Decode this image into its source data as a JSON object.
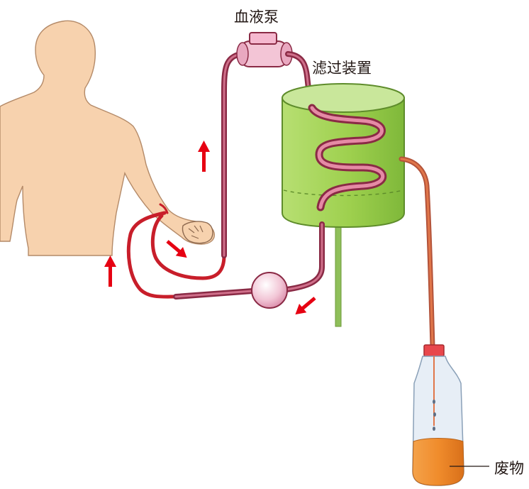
{
  "labels": {
    "blood_pump": "血液泵",
    "filter_device": "滤过装置",
    "waste": "废物"
  },
  "colors": {
    "skin": "#f7d2ae",
    "skin_outline": "#b48a68",
    "tube_dark": "#8a2a45",
    "tube_light": "#cf6f8a",
    "artery_red": "#c81e2a",
    "arrow_red": "#e60012",
    "pump_pink": "#f3c5d6",
    "filter_green": "#9ed04e",
    "filter_top": "#c9e79b",
    "stand_green": "#8fbf5a",
    "waste_orange": "#f08c2c",
    "waste_tube": "#e0764a",
    "bottle_cap": "#e8474c",
    "bottle_glass": "#e7eef6"
  },
  "icons": [
    "up-arrow",
    "down-right-arrow",
    "down-left-arrow"
  ]
}
